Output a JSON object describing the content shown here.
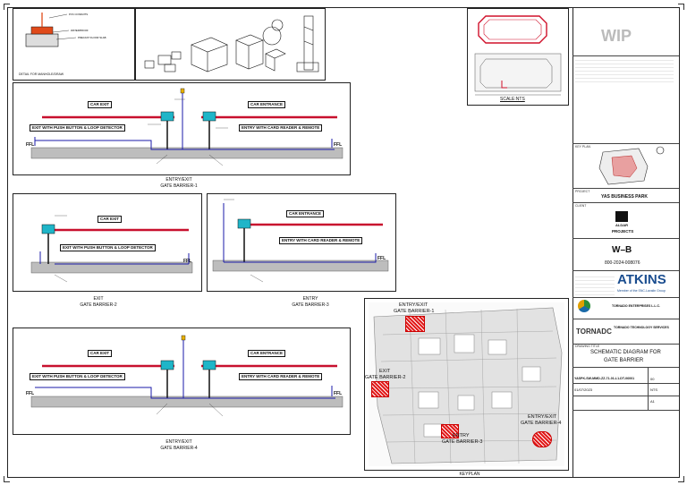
{
  "wip": "WIP",
  "details": {
    "detail_title": "DETAIL FOR MANHOLE/DRAW",
    "scale_title": "SCALE:NTS"
  },
  "barriers": {
    "b1": {
      "exit_label": "CAR EXIT",
      "entry_label": "CAR ENTRANCE",
      "exit_desc": "EXIT WITH PUSH BUTTON & LOOP DETECTOR",
      "entry_desc": "ENTRY WITH CARD READER & REMOTE",
      "caption1": "ENTRY/EXIT",
      "caption2": "GATE BARRIER-1",
      "ffl": "FFL"
    },
    "b2": {
      "exit_label": "CAR EXIT",
      "exit_desc": "EXIT WITH PUSH BUTTON & LOOP DETECTOR",
      "caption1": "EXIT",
      "caption2": "GATE BARRIER-2",
      "ffl": "FFL"
    },
    "b3": {
      "entry_label": "CAR ENTRANCE",
      "entry_desc": "ENTRY WITH CARD READER & REMOTE",
      "caption1": "ENTRY",
      "caption2": "GATE BARRIER-3",
      "ffl": "FFL"
    },
    "b4": {
      "exit_label": "CAR EXIT",
      "entry_label": "CAR ENTRANCE",
      "exit_desc": "EXIT WITH PUSH BUTTON & LOOP DETECTOR",
      "entry_desc": "ENTRY WITH CARD READER & REMOTE",
      "caption1": "ENTRY/EXIT",
      "caption2": "GATE BARRIER-4",
      "ffl": "FFL"
    }
  },
  "keyplan": {
    "caption": "KEYPLAN",
    "tags": [
      {
        "l1": "ENTRY/EXIT",
        "l2": "GATE BARRIER-1"
      },
      {
        "l1": "EXIT",
        "l2": "GATE BARRIER-2"
      },
      {
        "l1": "ENTRY",
        "l2": "GATE BARRIER-3"
      },
      {
        "l1": "ENTRY/EXIT",
        "l2": "GATE BARRIER-4"
      }
    ]
  },
  "titleblock": {
    "keyplan_label": "KEY PLAN",
    "project_label": "PROJECT",
    "project": "YAS BUSINESS PARK",
    "client_label": "CLIENT",
    "client_name": "ALDAR",
    "client_sub": "PROJECTS",
    "wb": "W–B",
    "phone": "800-2024-008076",
    "atkins": "ATKINS",
    "atkins_sub": "Member of the SNC-Lavalin Group",
    "tornado1": "TORNADO ENTERPRISES L.L.C.",
    "tornadc": "TORNADC",
    "tornado2": "TORNADO TECHNOLOGY SERVICES",
    "drawing_title_label": "DRAWING TITLE",
    "title1": "SCHEMATIC DIAGRAM FOR",
    "title2": "GATE BARRIER",
    "drawing_no": "YASPK-SW-MMD-ZZ-71-01-L1-DT-06001",
    "rev": "00",
    "date": "01/07/2023",
    "scale": "NTS",
    "size": "A1"
  },
  "colors": {
    "pipe_red": "#c8102e",
    "pipe_blue": "#1a1aa8",
    "wall": "#1a1a1a",
    "barrier_cyan": "#1fb5c8",
    "ground": "#bdbdbd"
  }
}
